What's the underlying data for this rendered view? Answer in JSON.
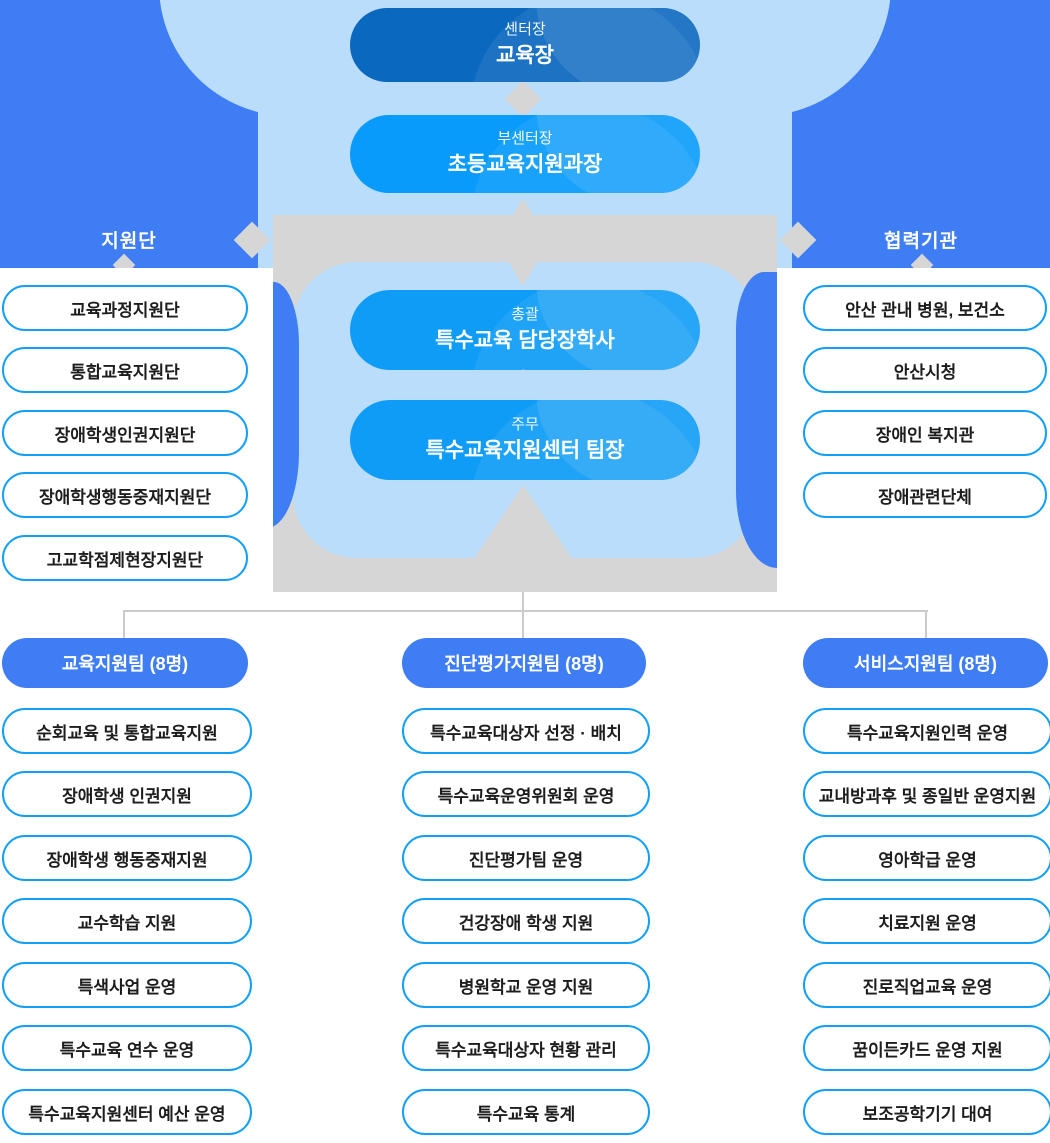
{
  "org_chart": {
    "top": {
      "director": {
        "role": "센터장",
        "name": "교육장"
      },
      "deputy_director": {
        "role": "부센터장",
        "name": "초등교육지원과장"
      },
      "left_banner_label": "지원단",
      "right_banner_label": "협력기관",
      "support_groups": [
        "교육과정지원단",
        "통합교육지원단",
        "장애학생인권지원단",
        "장애학생행동중재지원단",
        "고교학점제현장지원단"
      ],
      "partner_orgs": [
        "안산 관내 병원, 보건소",
        "안산시청",
        "장애인 복지관",
        "장애관련단체"
      ]
    },
    "middle": {
      "general_manager": {
        "role": "총괄",
        "name": "특수교육 담당장학사"
      },
      "team_leader": {
        "role": "주무",
        "name": "특수교육지원센터 팀장"
      }
    },
    "teams": [
      {
        "label": "교육지원팀 (8명)",
        "items": [
          "순회교육 및 통합교육지원",
          "장애학생 인권지원",
          "장애학생 행동중재지원",
          "교수학습 지원",
          "특색사업 운영",
          "특수교육 연수 운영",
          "특수교육지원센터 예산 운영"
        ]
      },
      {
        "label": "진단평가지원팀 (8명)",
        "items": [
          "특수교육대상자 선정 · 배치",
          "특수교육운영위원회 운영",
          "진단평가팀 운영",
          "건강장애 학생 지원",
          "병원학교 운영 지원",
          "특수교육대상자 현황 관리",
          "특수교육 통계"
        ]
      },
      {
        "label": "서비스지원팀 (8명)",
        "items": [
          "특수교육지원인력 운영",
          "교내방과후 및 종일반 운영지원",
          "영아학급 운영",
          "치료지원 운영",
          "진로직업교육 운영",
          "꿈이든카드 운영 지원",
          "보조공학기기 대여"
        ]
      }
    ],
    "colors": {
      "light_blue_bg": "#b9ddfb",
      "banner_blue": "#3f7df4",
      "dark_pill_blue": "#0b68bf",
      "cyan_pill_blue": "#089bfb",
      "outline_pill_border": "#129ff6",
      "gray_region": "#d6d6d6",
      "connector_gray": "#cbcbcb",
      "text_dark": "#1d1d1d"
    }
  }
}
